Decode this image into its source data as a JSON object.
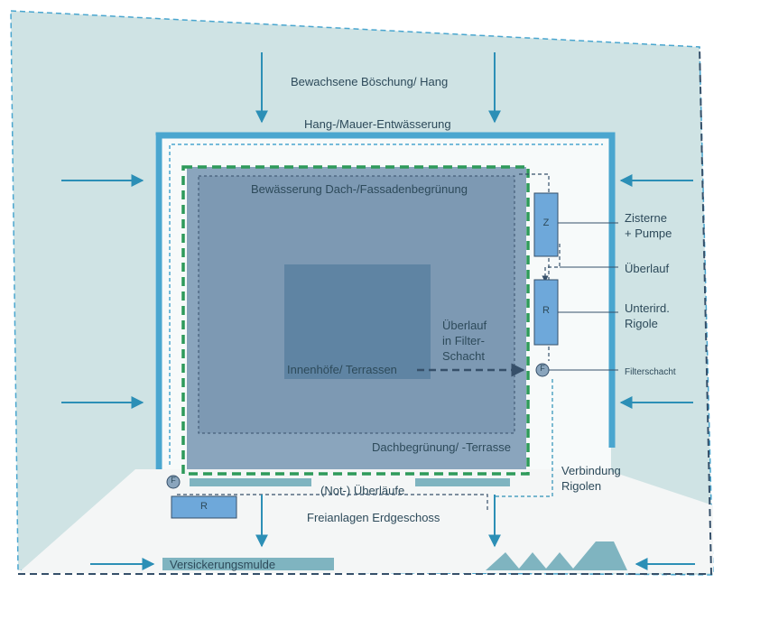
{
  "labels": {
    "slope": "Bewachsene Böschung/ Hang",
    "slope_drainage": "Hang-/Mauer-Entwässerung",
    "green_irrigation": "Bewässerung Dach-/Fassadenbegrünung",
    "cistern": "Zisterne\n+ Pumpe",
    "overflow": "Überlauf",
    "underground_swale": "Unterird.\nRigole",
    "overflow_filter": "Überlauf\nin Filter-\nSchacht",
    "courtyards": "Innenhöfe/ Terrassen",
    "filter_shaft": "Filterschacht",
    "roof_green": "Dachbegrünung/ -Terrasse",
    "connection_swales": "Verbindung\nRigolen",
    "emergency_overflow": "(Not-) Überläufe",
    "ground_floor": "Freianlagen Erdgeschoss",
    "infiltration": "Versickerungsmulde"
  },
  "boxes": {
    "cistern": "Z",
    "swale_right": "R",
    "swale_bottom": "R",
    "filter_top": "F",
    "filter_left": "F"
  },
  "colors": {
    "slope_fill": "#cfe3e4",
    "drain": "#4aa6cf",
    "arrow": "#2c8fb6",
    "building": "#8aa5bd",
    "courtyard": "#5f84a3",
    "green_dash": "#2e9a5a",
    "swale_box": "#6ea8da",
    "dark_line": "#36506a",
    "text": "#2d4a5a"
  }
}
